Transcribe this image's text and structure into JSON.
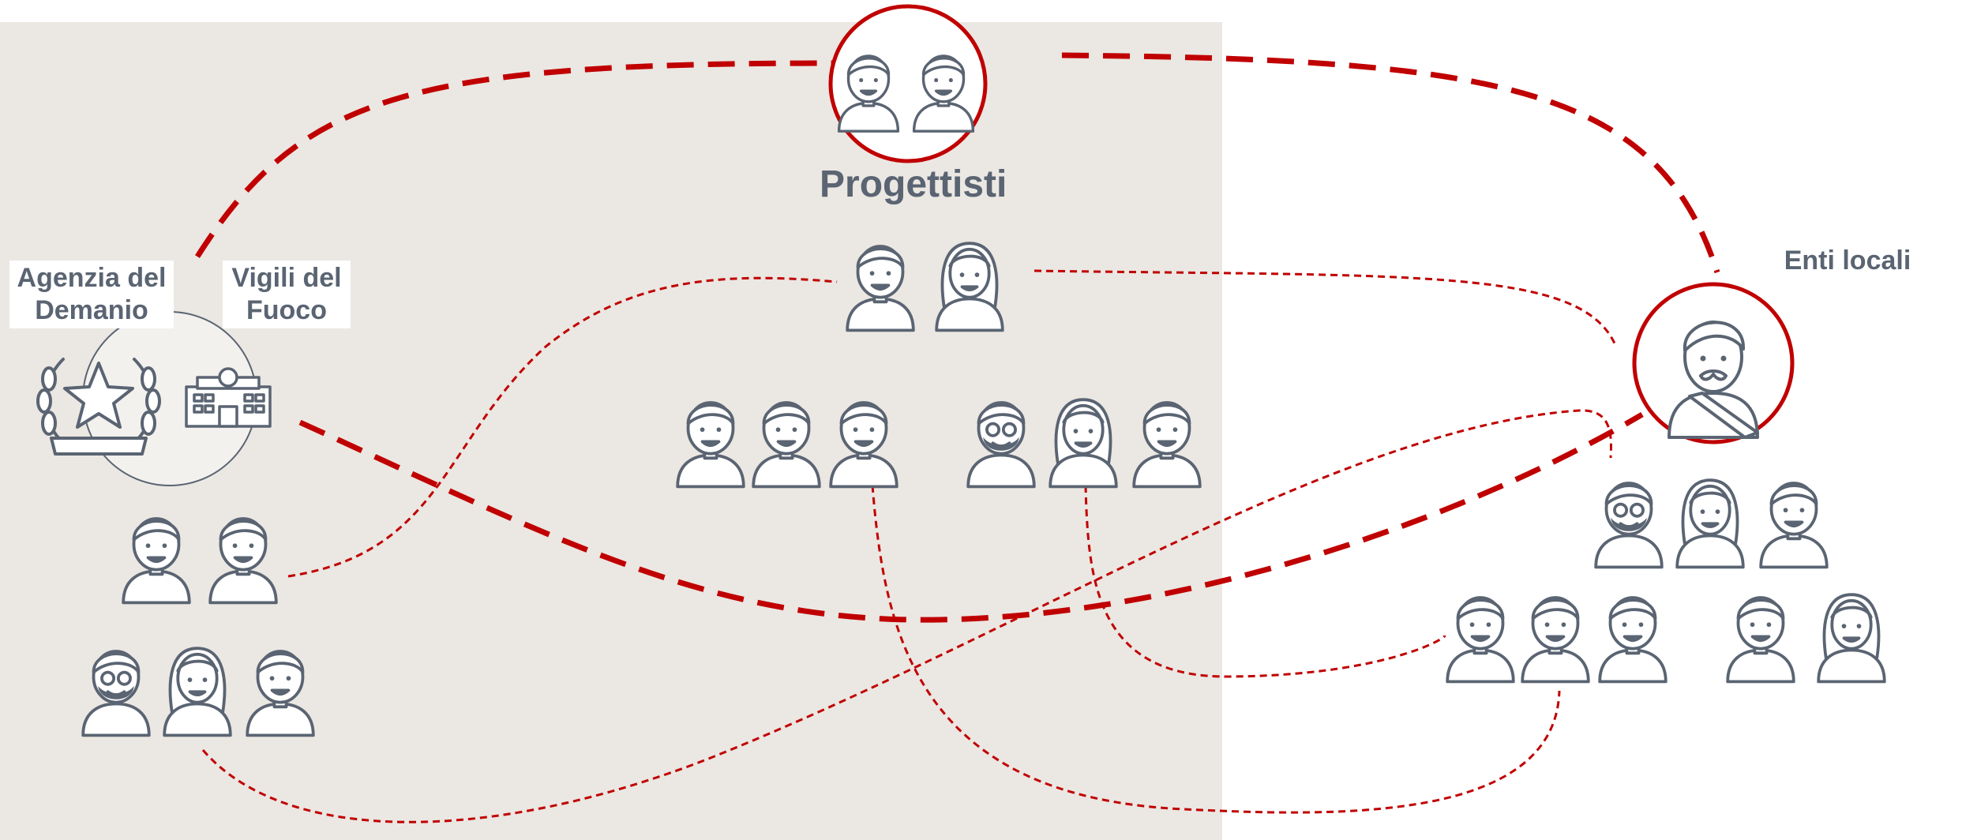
{
  "diagram": {
    "labels": {
      "progettisti": "Progettisti",
      "enti_locali": "Enti locali",
      "agenzia_line1": "Agenzia del",
      "agenzia_line2": "Demanio",
      "vigili_line1": "Vigili del",
      "vigili_line2": "Fuoco"
    },
    "colors": {
      "accent_red": "#c00000",
      "icon_stroke": "#5a6472",
      "region_bg": "#ebe7e2",
      "group_circle_fill": "#f3f1ee"
    },
    "icons": [
      "person-icon",
      "laurel-star-emblem-icon",
      "fire-station-building-icon"
    ]
  }
}
